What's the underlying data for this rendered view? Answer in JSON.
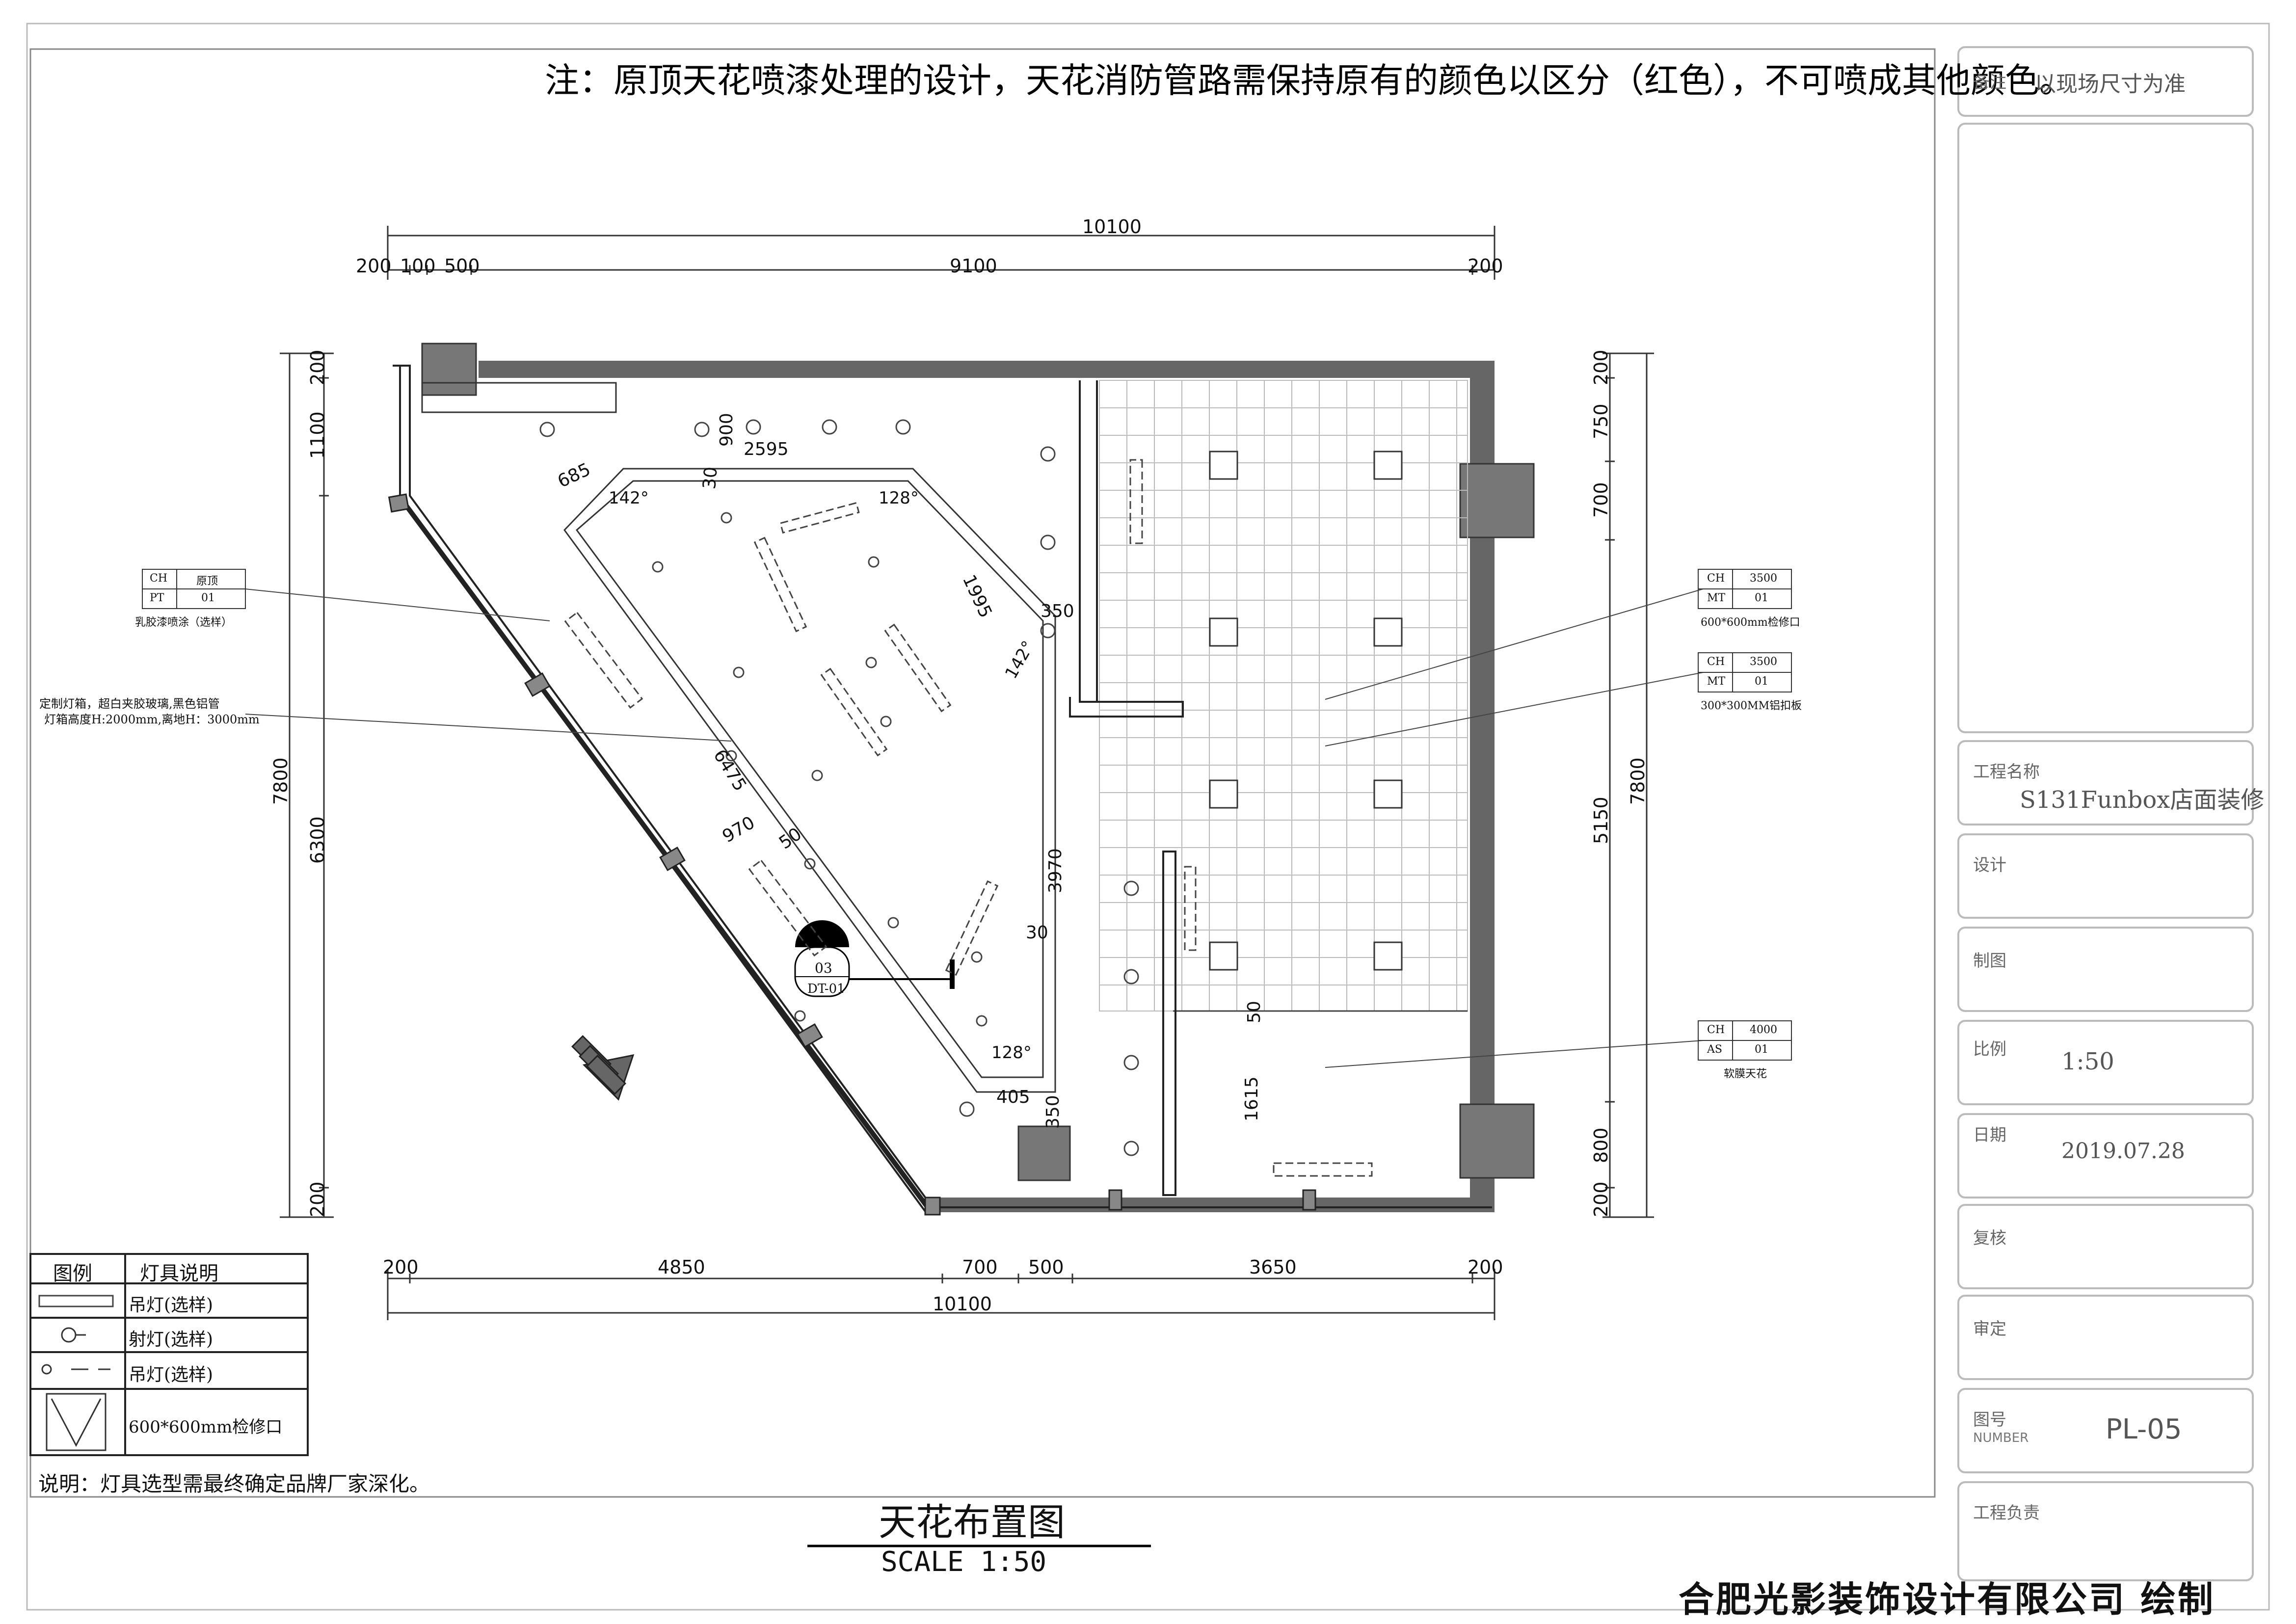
{
  "note": "注：原顶天花喷漆处理的设计，天花消防管路需保持原有的颜色以区分（红色），不可喷成其他颜色。",
  "title_block": {
    "remark_label": "备注",
    "remark_value": "以现场尺寸为准",
    "project_label": "工程名称",
    "project_value": "S131Funbox店面装修",
    "design_label": "设计",
    "draw_label": "制图",
    "scale_label": "比例",
    "scale_value": "1:50",
    "date_label": "日期",
    "date_value": "2019.07.28",
    "review_label": "复核",
    "approve_label": "审定",
    "number_label": "图号",
    "number_sub": "NUMBER",
    "number_value": "PL-05",
    "manager_label": "工程负责"
  },
  "drawing_title": "天花布置图",
  "drawing_scale": "SCALE    1:50",
  "company": "合肥光影装饰设计有限公司 绘制",
  "explanation": "说明：灯具选型需最终确定品牌厂家深化。",
  "legend": {
    "header_col1": "图例",
    "header_col2": "灯具说明",
    "rows": [
      "吊灯(选样)",
      "射灯(选样)",
      "吊灯(选样)",
      "600*600mm检修口"
    ]
  },
  "dimensions": {
    "top_total": "10100",
    "top_segments": [
      "200",
      "100",
      "500",
      "9100",
      "200"
    ],
    "bottom_segments": [
      "200",
      "4850",
      "700",
      "500",
      "3650",
      "200"
    ],
    "bottom_total": "10100",
    "left_total": "7800",
    "left_segments": [
      "200",
      "1100",
      "6300",
      "200"
    ],
    "right_total": "7800",
    "right_segments": [
      "200",
      "750",
      "700",
      "5150",
      "800",
      "200"
    ],
    "inner": [
      "900",
      "2595",
      "685",
      "30",
      "1995",
      "350",
      "6475",
      "50",
      "970",
      "3970",
      "30",
      "405",
      "350",
      "1615",
      "50"
    ],
    "angles": [
      "142°",
      "128°",
      "142°",
      "128°"
    ]
  },
  "callouts": {
    "left1": {
      "ch": "CH",
      "ch_val": "原顶",
      "code": "PT",
      "code_val": "01",
      "desc": "乳胶漆喷涂（选样）"
    },
    "left2": {
      "line1": "定制灯箱，超白夹胶玻璃,黑色铝管",
      "line2": "灯箱高度H:2000mm,离地H：3000mm"
    },
    "right1": {
      "ch": "CH",
      "ch_val": "3500",
      "code": "MT",
      "code_val": "01",
      "desc": "600*600mm检修口"
    },
    "right2": {
      "ch": "CH",
      "ch_val": "3500",
      "code": "MT",
      "code_val": "01",
      "desc": "300*300MM铝扣板"
    },
    "right3": {
      "ch": "CH",
      "ch_val": "4000",
      "code": "AS",
      "code_val": "01",
      "desc": "软膜天花"
    }
  },
  "section_tag": {
    "num": "03",
    "ref": "DT-01"
  }
}
